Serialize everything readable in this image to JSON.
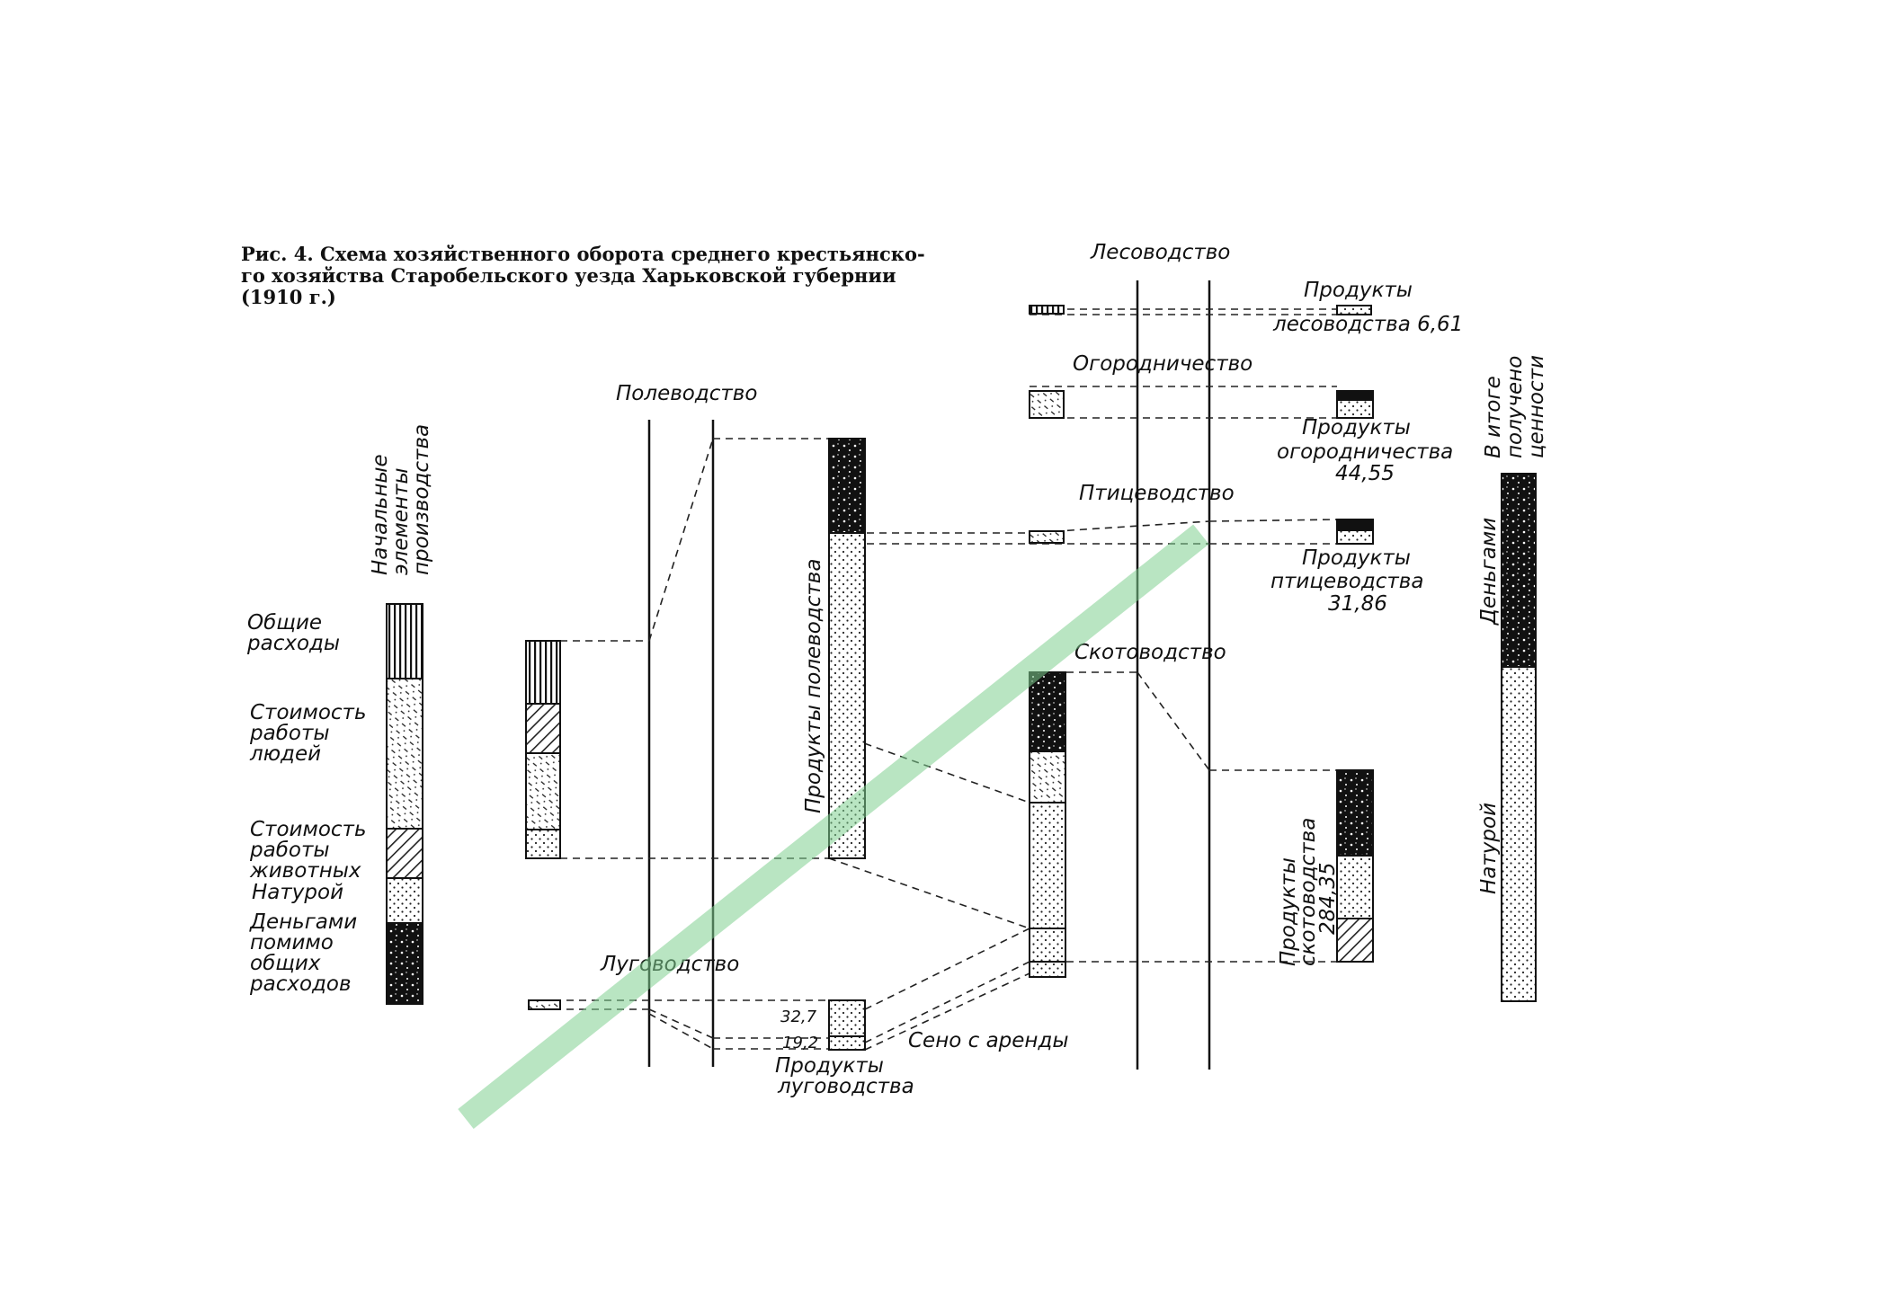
{
  "caption": {
    "line1": "Рис. 4. Схема хозяйственного оборота среднего крестьянско-",
    "line2": "го хозяйства Старобельского уезда Харьковской губернии",
    "line3": "(1910 г.)"
  },
  "left_column": {
    "title_line1": "Начальные",
    "title_line2": "элементы",
    "title_line3": "производства",
    "general_expenses": [
      "Общие",
      "расходы"
    ],
    "human_labor": [
      "Стоимость",
      "работы",
      "людей"
    ],
    "animal_labor": [
      "Стоимость",
      "работы",
      "животных"
    ],
    "in_kind": [
      "Натурой"
    ],
    "in_money": [
      "Деньгами",
      "помимо",
      "общих",
      "расходов"
    ]
  },
  "sections": {
    "field": "Полеводство",
    "meadow": "Луговодство",
    "forestry": "Лесоводство",
    "garden": "Огородничество",
    "poultry": "Птицеводство",
    "livestock": "Скотоводство"
  },
  "products": {
    "field": "Продукты полеводства",
    "meadow_line1": "Продукты",
    "meadow_line2": "луговодства",
    "meadow_value_top": "32,7",
    "meadow_value_bottom": "19,2",
    "hay_rent": "Сено с аренды",
    "forestry_line1": "Продукты",
    "forestry_line2": "лесоводства 6,61",
    "garden_line1": "Продукты",
    "garden_line2": "огородничества",
    "garden_value": "44,55",
    "poultry_line1": "Продукты",
    "poultry_line2": "птицеводства",
    "poultry_value": "31,86",
    "livestock_line1": "Продукты",
    "livestock_line2": "скотоводства",
    "livestock_value": "284,35"
  },
  "right_column": {
    "title_line1": "В итоге",
    "title_line2": "получено",
    "title_line3": "ценности",
    "money": "Деньгами",
    "in_kind": "Натурой"
  },
  "colors": {
    "ink": "#111111",
    "watermark": "#7fcf8f"
  }
}
